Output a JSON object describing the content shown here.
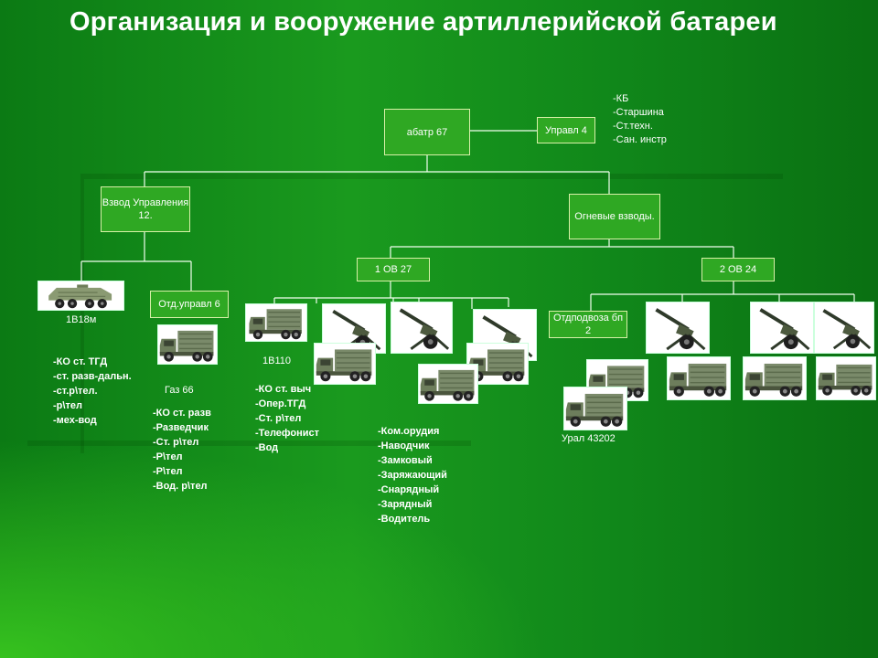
{
  "title": "Организация и вооружение артиллерийской батареи",
  "nodes": {
    "abatr": "абатр 67",
    "upravl": "Управл 4",
    "vzvod": "Взвод Управления 12.",
    "ognevye": "Огневые взводы.",
    "ov1": "1 ОВ  27",
    "ov2": "2 ОВ  24",
    "otd_upravl": "Отд.управл 6",
    "otdpodvoza": "Отдподвоза бп  2"
  },
  "upravl_notes": [
    "-КБ",
    "-Старшина",
    "-Ст.техн.",
    "-Сан. инстр"
  ],
  "captions": {
    "btr": "1В18м",
    "gaz": "Газ 66",
    "v110": "1В110",
    "ural": "Урал 43202"
  },
  "lists": {
    "btr": [
      "-КО ст. ТГД",
      "-ст. разв-дальн.",
      "-ст.р\\тел.",
      "-р\\тел",
      "-мех-вод"
    ],
    "gaz": [
      "-КО ст. разв",
      "-Разведчик",
      "-Ст. р\\тел",
      "-Р\\тел",
      "-Р\\тел",
      "-Вод. р\\тел"
    ],
    "v110": [
      "-КО ст. выч",
      "-Опер.ТГД",
      "-Ст. р\\тел",
      "-Телефонист",
      "-Вод"
    ],
    "gun": [
      "-Ком.орудия",
      "-Наводчик",
      "-Замковый",
      "-Заряжающий",
      "-Снарядный",
      "-Зарядный",
      "-Водитель"
    ]
  },
  "icons": {
    "btr": "apc-icon",
    "truck": "truck-icon",
    "howitzer": "howitzer-icon"
  },
  "colors": {
    "background": "#10871a",
    "box_border": "#d8f0a8",
    "box_fill": "#2fa823",
    "text": "#ffffff"
  }
}
